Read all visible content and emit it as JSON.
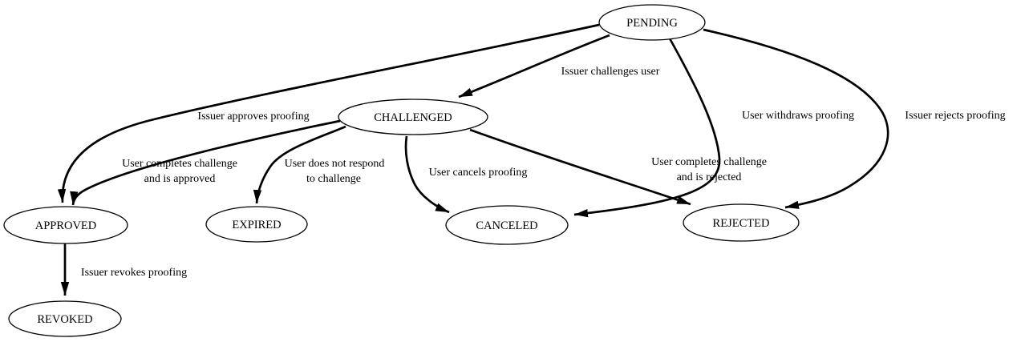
{
  "diagram": {
    "type": "state-machine",
    "background_color": "#ffffff",
    "stroke_color": "#000000",
    "text_color": "#000000",
    "node_fill_color": "#ffffff",
    "nodes": {
      "pending": {
        "label": "PENDING"
      },
      "challenged": {
        "label": "CHALLENGED"
      },
      "approved": {
        "label": "APPROVED"
      },
      "expired": {
        "label": "EXPIRED"
      },
      "canceled": {
        "label": "CANCELED"
      },
      "rejected": {
        "label": "REJECTED"
      },
      "revoked": {
        "label": "REVOKED"
      }
    },
    "edges": {
      "pending_challenged": {
        "from": "pending",
        "to": "challenged",
        "label": "Issuer challenges user"
      },
      "pending_approved": {
        "from": "pending",
        "to": "approved",
        "label": "Issuer approves proofing"
      },
      "pending_canceled": {
        "from": "pending",
        "to": "canceled",
        "label": "User withdraws proofing"
      },
      "pending_rejected": {
        "from": "pending",
        "to": "rejected",
        "label": "Issuer rejects proofing"
      },
      "challenged_approved": {
        "from": "challenged",
        "to": "approved",
        "lines": [
          "User completes challenge",
          "and is approved"
        ]
      },
      "challenged_expired": {
        "from": "challenged",
        "to": "expired",
        "lines": [
          "User does not respond",
          "to challenge"
        ]
      },
      "challenged_canceled": {
        "from": "challenged",
        "to": "canceled",
        "label": "User cancels proofing"
      },
      "challenged_rejected": {
        "from": "challenged",
        "to": "rejected",
        "lines": [
          "User completes challenge",
          "and is rejected"
        ]
      },
      "approved_revoked": {
        "from": "approved",
        "to": "revoked",
        "label": "Issuer revokes proofing"
      }
    }
  }
}
